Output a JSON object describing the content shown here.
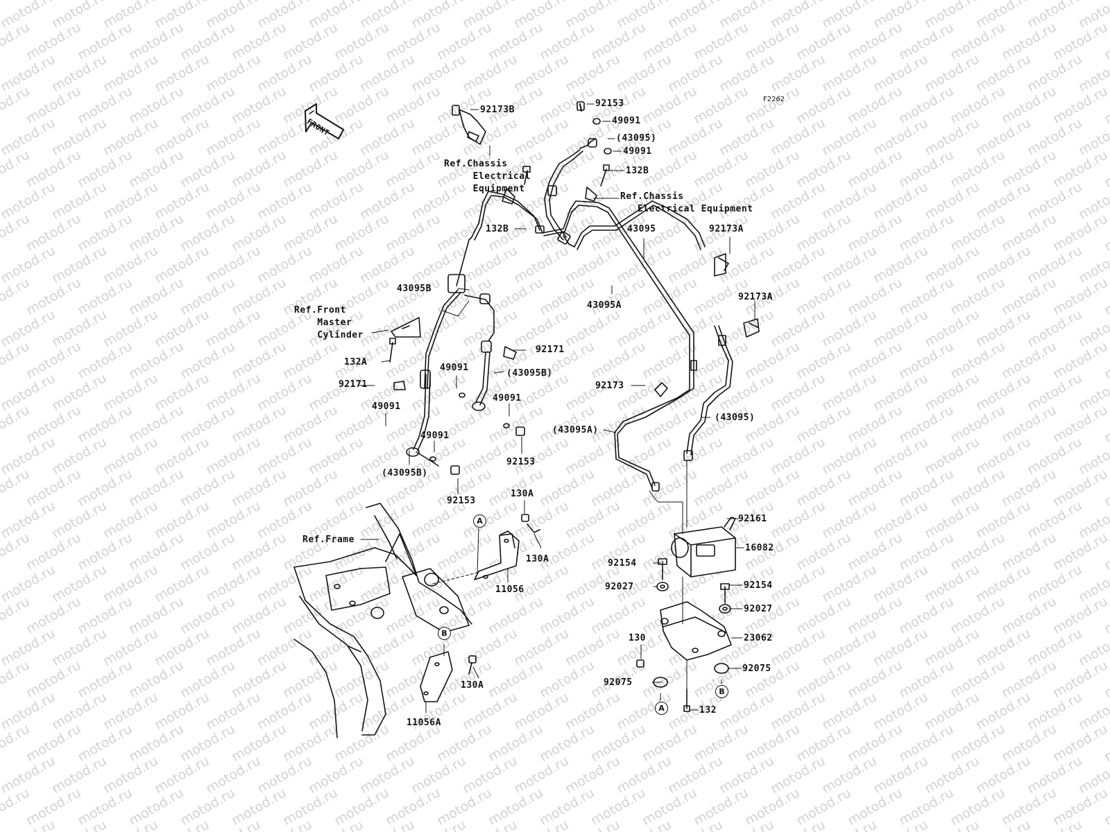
{
  "watermark": "motod.ru",
  "figure_code": "F2262",
  "front_arrow": "FRONT",
  "circle_refs": {
    "A": "A",
    "B": "B"
  },
  "labels": {
    "p92173B": "92173B",
    "ref_chassis_1": "Ref.Chassis\n     Electrical\n     Equipment",
    "p92153_top": "92153",
    "p49091_t1": "49091",
    "p43095_paren_top": "(43095)",
    "p49091_t2": "49091",
    "p132B_top": "132B",
    "ref_chassis_2": "Ref.Chassis\n   Electrical Equipment",
    "p132B_left": "132B",
    "p43095": "43095",
    "p92173A_1": "92173A",
    "p43095B": "43095B",
    "p43095A": "43095A",
    "p92173A_2": "92173A",
    "ref_front_master": "Ref.Front\n    Master\n    Cylinder",
    "p92171_r": "92171",
    "p132A": "132A",
    "p49091_m1": "49091",
    "p43095B_paren_r": "(43095B)",
    "p92171_l": "92171",
    "p92173": "92173",
    "p49091_m2": "49091",
    "p49091_l": "49091",
    "p43095A_paren": "(43095A)",
    "p43095_paren_r": "(43095)",
    "p49091_m3": "49091",
    "p92153_m": "92153",
    "p43095B_paren_l": "(43095B)",
    "p92153_b": "92153",
    "p130A_top": "130A",
    "p92161": "92161",
    "ref_frame": "Ref.Frame",
    "p130A_r": "130A",
    "p16082": "16082",
    "p92154_l": "92154",
    "p11056": "11056",
    "p92027_l": "92027",
    "p92154_r": "92154",
    "p92027_r": "92027",
    "p130": "130",
    "p23062": "23062",
    "p92075_r": "92075",
    "p130A_b": "130A",
    "p92075_l": "92075",
    "p132": "132",
    "p11056A": "11056A"
  }
}
